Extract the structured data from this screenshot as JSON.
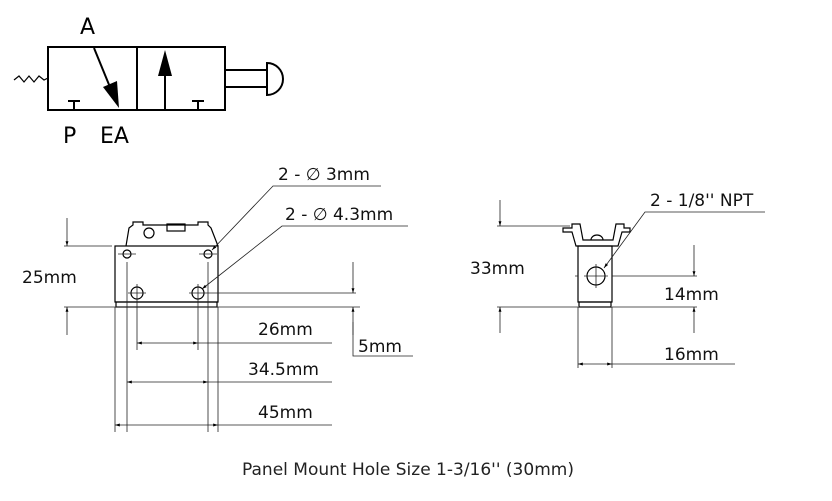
{
  "symbol": {
    "port_a": "A",
    "port_p": "P",
    "port_ea": "EA"
  },
  "front_view": {
    "hole_small_callout": "2 - ∅ 3mm",
    "hole_large_callout": "2 - ∅ 4.3mm",
    "height": "25mm",
    "hole_offset": "5mm",
    "hole_spacing_large": "26mm",
    "hole_spacing_small": "34.5mm",
    "width": "45mm"
  },
  "side_view": {
    "port_callout": "2 - 1/8'' NPT",
    "height": "33mm",
    "port_height": "14mm",
    "width": "16mm"
  },
  "caption": "Panel Mount Hole Size 1-3/16'' (30mm)"
}
